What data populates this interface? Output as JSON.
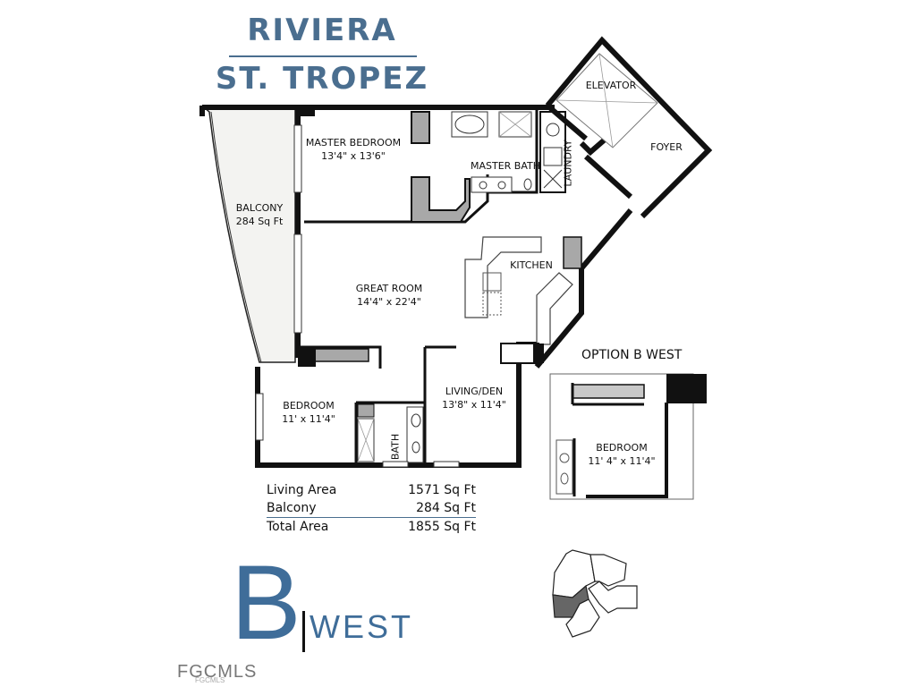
{
  "header": {
    "line1": "RIVIERA",
    "line2": "ST. TROPEZ"
  },
  "rooms": {
    "master_bedroom": {
      "name": "MASTER BEDROOM",
      "size": "13'4\" x 13'6\""
    },
    "master_bath": {
      "name": "MASTER BATH"
    },
    "laundry": {
      "name": "LAUNDRY"
    },
    "elevator": {
      "name": "ELEVATOR"
    },
    "foyer": {
      "name": "FOYER"
    },
    "balcony": {
      "name": "BALCONY",
      "size": "284 Sq Ft"
    },
    "kitchen": {
      "name": "KITCHEN"
    },
    "great_room": {
      "name": "GREAT ROOM",
      "size": "14'4\" x 22'4\""
    },
    "bedroom": {
      "name": "BEDROOM",
      "size": "11' x 11'4\""
    },
    "bath": {
      "name": "BATH"
    },
    "living_den": {
      "name": "LIVING/DEN",
      "size": "13'8\" x 11'4\""
    }
  },
  "option": {
    "title": "OPTION B WEST",
    "bedroom": {
      "name": "BEDROOM",
      "size": "11' 4\" x 11'4\""
    }
  },
  "areas": [
    {
      "label": "Living Area",
      "value": "1571 Sq Ft"
    },
    {
      "label": "Balcony",
      "value": "284 Sq Ft"
    },
    {
      "label": "Total Area",
      "value": "1855 Sq Ft"
    }
  ],
  "unit": {
    "letter": "B",
    "wing": "WEST"
  },
  "watermark": {
    "main": "FGCMLS",
    "small": "FGCMLS"
  },
  "colors": {
    "brand_blue": "#3f6d99",
    "wall": "#111111",
    "fixture_gray": "#a8a8a8",
    "highlight_gray": "#666666"
  }
}
